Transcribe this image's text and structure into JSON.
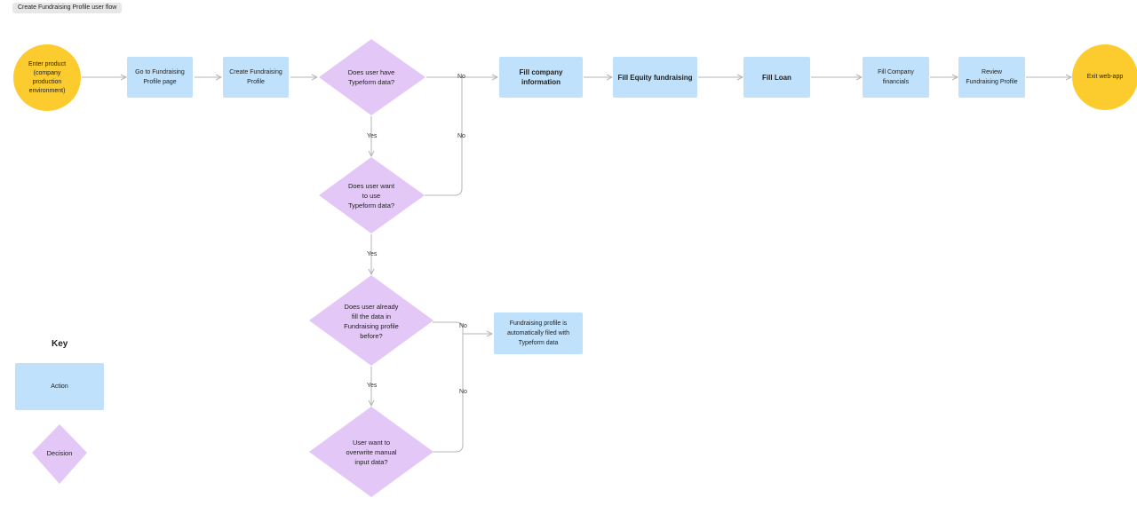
{
  "frame": {
    "title": "Create Fundraising Profile user flow"
  },
  "nodes": {
    "enter_product": "Enter product\n(company\nproduction\nenvironment)",
    "go_to_profile": "Go to Fundraising\nProfile page",
    "create_profile": "Create Fundraising\nProfile",
    "has_typeform": "Does user have\nTypeform data?",
    "fill_company_info": "Fill company\ninformation",
    "fill_equity": "Fill Equity fundraising",
    "fill_loan": "Fill Loan",
    "fill_financials": "Fill Company\nfinancials",
    "review_profile": "Review\nFundraising Profile",
    "exit_app": "Exit web-app",
    "wants_typeform": "Does user want\nto use\nTypeform data?",
    "already_filled": "Does user already\nfill the data in\nFundraising profile\nbefore?",
    "auto_filled": "Fundraising profile is\nautomatically filed with\nTypeform data",
    "overwrite": "User want to\noverwrite manual\ninput data?"
  },
  "labels": {
    "no_1": "No",
    "no_2": "No",
    "yes_1": "Yes",
    "yes_2": "Yes",
    "no_3": "No",
    "yes_3": "Yes",
    "no_4": "No"
  },
  "key": {
    "title": "Key",
    "action": "Action",
    "decision": "Decision"
  },
  "colors": {
    "action": "#bfe1fb",
    "decision": "#e3c7f7",
    "terminal": "#fccc2e",
    "connector": "#b5b5b5"
  }
}
